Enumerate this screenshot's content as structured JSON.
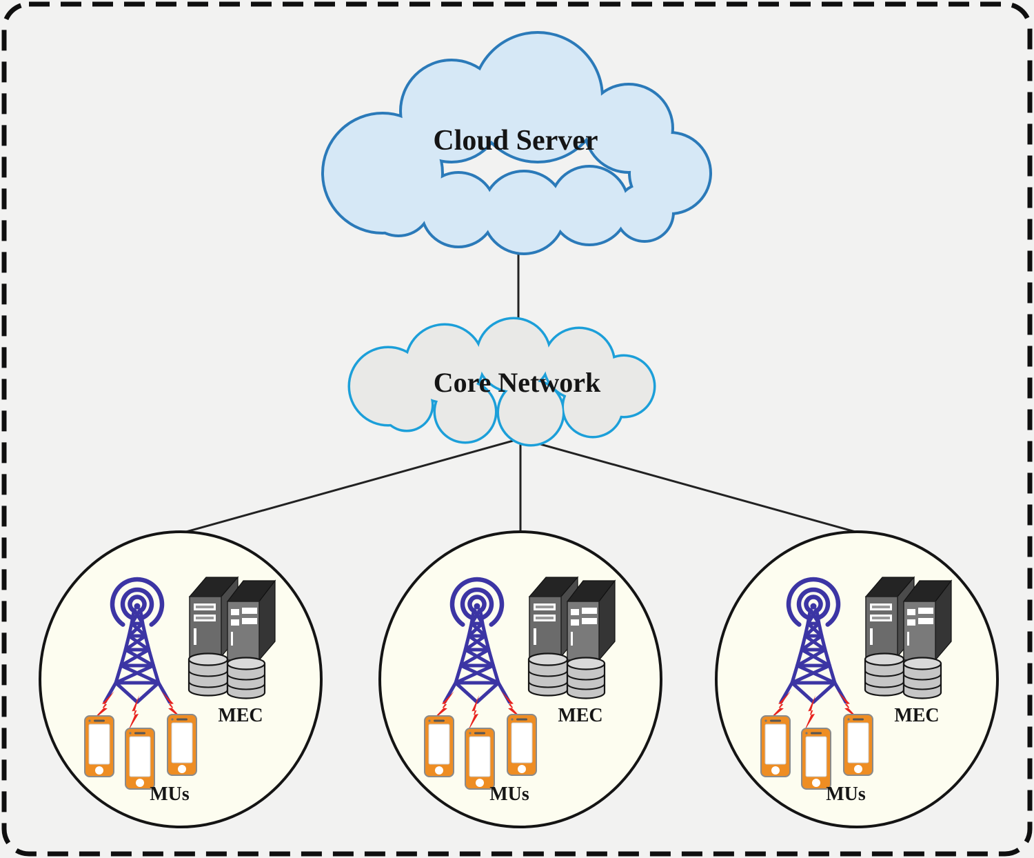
{
  "figure": {
    "type": "mec-network-architecture",
    "cloud_server": {
      "label": "Cloud Server",
      "fill": "#d6e8f6",
      "border_color": "#2b7ab9"
    },
    "core_network": {
      "label": "Core Network",
      "fill": "#e9e9e7",
      "border_color": "#1c9fd9"
    },
    "cells": [
      {
        "name": "edge-cell-1",
        "mec_label": "MEC",
        "mus_label": "MUs"
      },
      {
        "name": "edge-cell-2",
        "mec_label": "MEC",
        "mus_label": "MUs"
      },
      {
        "name": "edge-cell-3",
        "mec_label": "MEC",
        "mus_label": "MUs"
      }
    ],
    "icons": {
      "tower": "antenna-tower-icon",
      "servers": "mec-servers-icon",
      "phones": "smartphones-icon",
      "links": "lightning-bolt-icon"
    },
    "colors": {
      "background": "#f2f2f1",
      "outer_border": "#0f0f0f",
      "cell_fill": "#fdfdf0",
      "cell_border": "#141414",
      "tower": "#3c35a4",
      "lightning": "#e8231e",
      "phone": "#ee8d23",
      "server_top": "#242424",
      "server_front": "#6b6b6b",
      "disk": "#c6c6c6",
      "connector": "#222222"
    }
  }
}
